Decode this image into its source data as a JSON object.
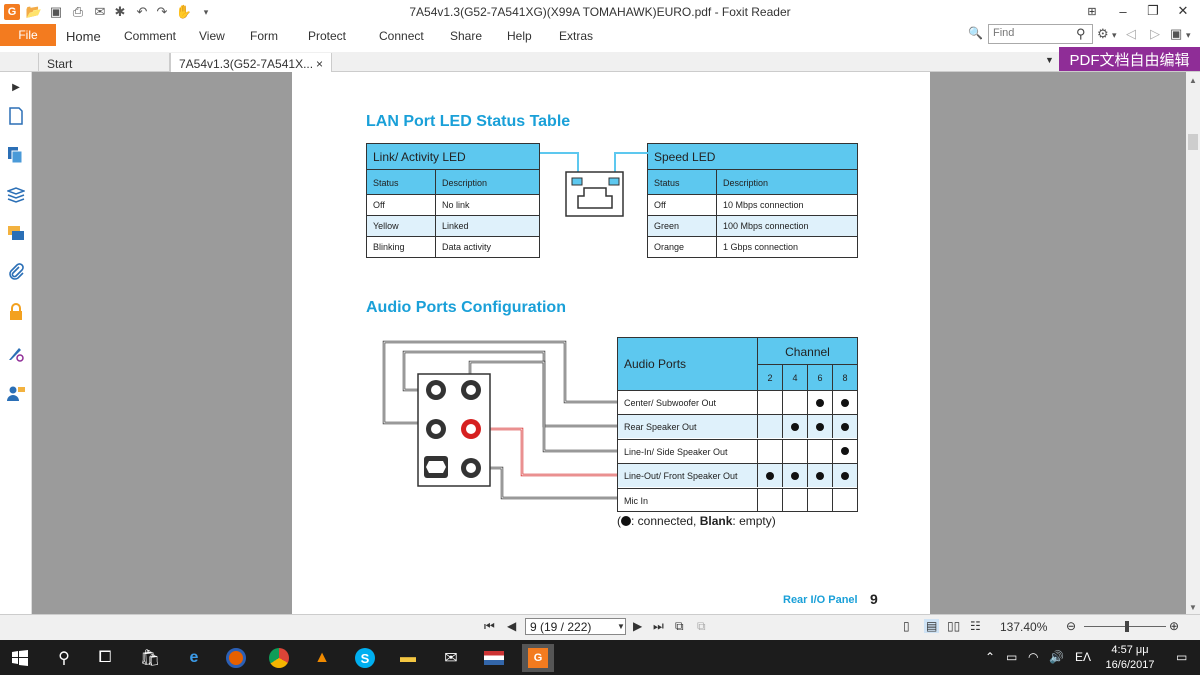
{
  "window": {
    "title": "7A54v1.3(G52-7A541XG)(X99A TOMAHAWK)EURO.pdf - Foxit Reader"
  },
  "menu": {
    "file": "File",
    "items": [
      "Home",
      "Comment",
      "View",
      "Form",
      "Protect",
      "Connect",
      "Share",
      "Help",
      "Extras"
    ]
  },
  "search": {
    "placeholder": "Find"
  },
  "tabs": {
    "start": "Start",
    "doc": "7A54v1.3(G52-7A541X...",
    "close": "×"
  },
  "promo": "PDF文档自由编辑",
  "document": {
    "lan_title": "LAN Port LED Status Table",
    "link_table": {
      "header": "Link/ Activity LED",
      "columns": [
        "Status",
        "Description"
      ],
      "rows": [
        {
          "status": "Off",
          "description": "No link"
        },
        {
          "status": "Yellow",
          "description": "Linked"
        },
        {
          "status": "Blinking",
          "description": "Data activity"
        }
      ]
    },
    "speed_table": {
      "header": "Speed LED",
      "columns": [
        "Status",
        "Description"
      ],
      "rows": [
        {
          "status": "Off",
          "description": "10 Mbps connection"
        },
        {
          "status": "Green",
          "description": "100 Mbps connection"
        },
        {
          "status": "Orange",
          "description": "1 Gbps connection"
        }
      ]
    },
    "audio_title": "Audio Ports Configuration",
    "audio_table": {
      "ports_header": "Audio Ports",
      "channel_header": "Channel",
      "channels": [
        "2",
        "4",
        "6",
        "8"
      ],
      "rows": [
        {
          "port": "Center/ Subwoofer Out",
          "connected": [
            false,
            false,
            true,
            true
          ]
        },
        {
          "port": "Rear Speaker Out",
          "connected": [
            false,
            true,
            true,
            true
          ]
        },
        {
          "port": "Line-In/ Side Speaker Out",
          "connected": [
            false,
            false,
            false,
            true
          ]
        },
        {
          "port": "Line-Out/ Front Speaker Out",
          "connected": [
            true,
            true,
            true,
            true
          ]
        },
        {
          "port": "Mic In",
          "connected": [
            false,
            false,
            false,
            false
          ]
        }
      ]
    },
    "legend": {
      "open": "(",
      "connected_text": ": connected, ",
      "blank_label": "Blank",
      "empty_text": ": empty)"
    },
    "footer_label": "Rear I/O Panel",
    "page_number": "9"
  },
  "status": {
    "page_box": "9 (19 / 222)",
    "zoom": "137.40%"
  },
  "clock": {
    "time": "4:57 μμ",
    "date": "16/6/2017"
  },
  "tray": {
    "lang": "EΛ"
  },
  "colors": {
    "accent_orange": "#f37b1f",
    "promo_purple": "#8f2d97",
    "heading_blue": "#1aa0d8",
    "table_header_blue": "#5dc8ef",
    "table_alt_row": "#dff1fb"
  }
}
